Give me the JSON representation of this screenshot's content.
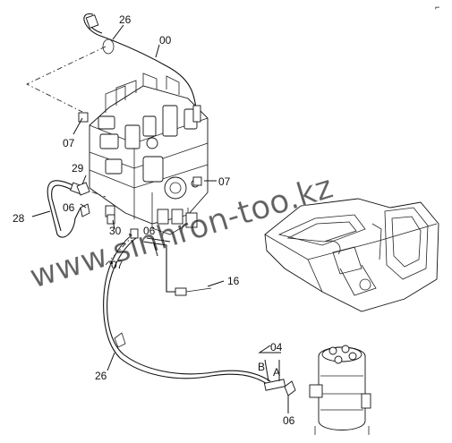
{
  "labels": {
    "p00": "00",
    "p26_top": "26",
    "p07_left": "07",
    "p29": "29",
    "p06_left": "06",
    "p28": "28",
    "p07_right": "07",
    "p30": "30",
    "p06_mid": "06",
    "p07_low": "07",
    "p16": "16",
    "p04": "04",
    "portB": "B",
    "portA": "A",
    "p26_bottom": "26",
    "p06_bottom": "06"
  },
  "watermark": "www.sinhron-too.kz",
  "corner_mark": "⌐"
}
